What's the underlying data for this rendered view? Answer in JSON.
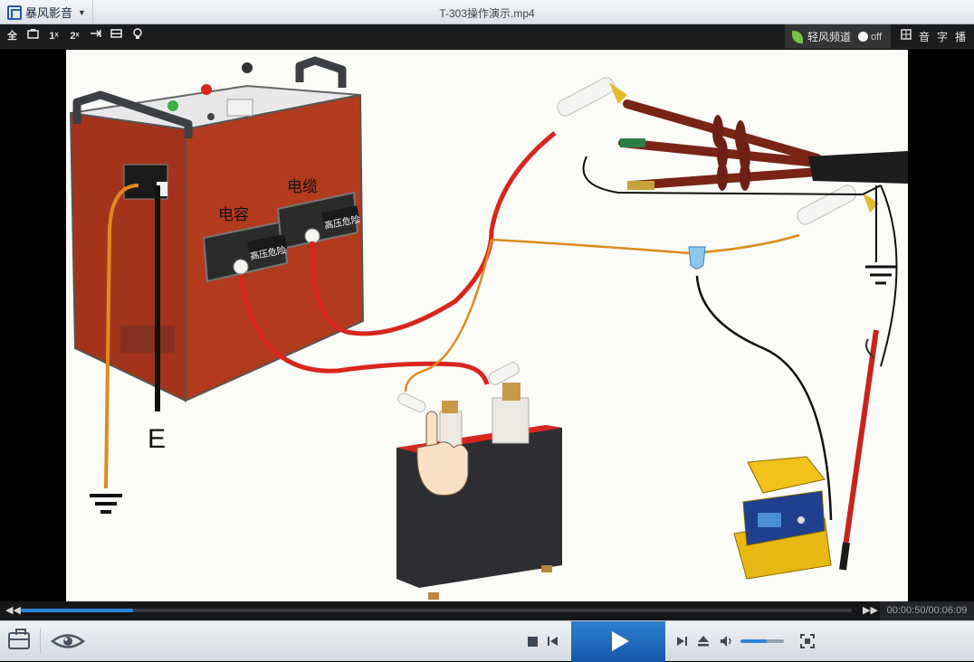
{
  "app": {
    "name": "暴风影音",
    "window_title": "T-303操作演示.mp4"
  },
  "toolbar": {
    "buttons": [
      {
        "name": "fullscreen-toggle",
        "label": "全"
      },
      {
        "name": "screenshot",
        "label": ""
      },
      {
        "name": "zoom-1x",
        "label": "1ˣ"
      },
      {
        "name": "zoom-2x",
        "label": "2ˣ"
      },
      {
        "name": "fit-width",
        "label": ""
      },
      {
        "name": "mini-mode",
        "label": ""
      },
      {
        "name": "light",
        "label": ""
      }
    ],
    "channel_label": "轻风频道",
    "channel_toggle": "off",
    "right_icons": [
      {
        "name": "picture-icon",
        "label": ""
      },
      {
        "name": "audio-label",
        "label": "音"
      },
      {
        "name": "subtitle-label",
        "label": "字"
      },
      {
        "name": "playlist-label",
        "label": "播"
      }
    ]
  },
  "video": {
    "labels": {
      "capacitor": "电容",
      "cable": "电缆",
      "danger_left": "高压危险",
      "danger_right": "高压危险",
      "earth": "E"
    }
  },
  "playback": {
    "time": "00:00:50/00:06:09",
    "progress": 0.1355,
    "volume": 0.6
  },
  "colors": {
    "accent": "#2c86d8",
    "play_button": "#1f6ec0",
    "cable_red": "#d9251c",
    "wire_orange": "#e08a1e"
  }
}
